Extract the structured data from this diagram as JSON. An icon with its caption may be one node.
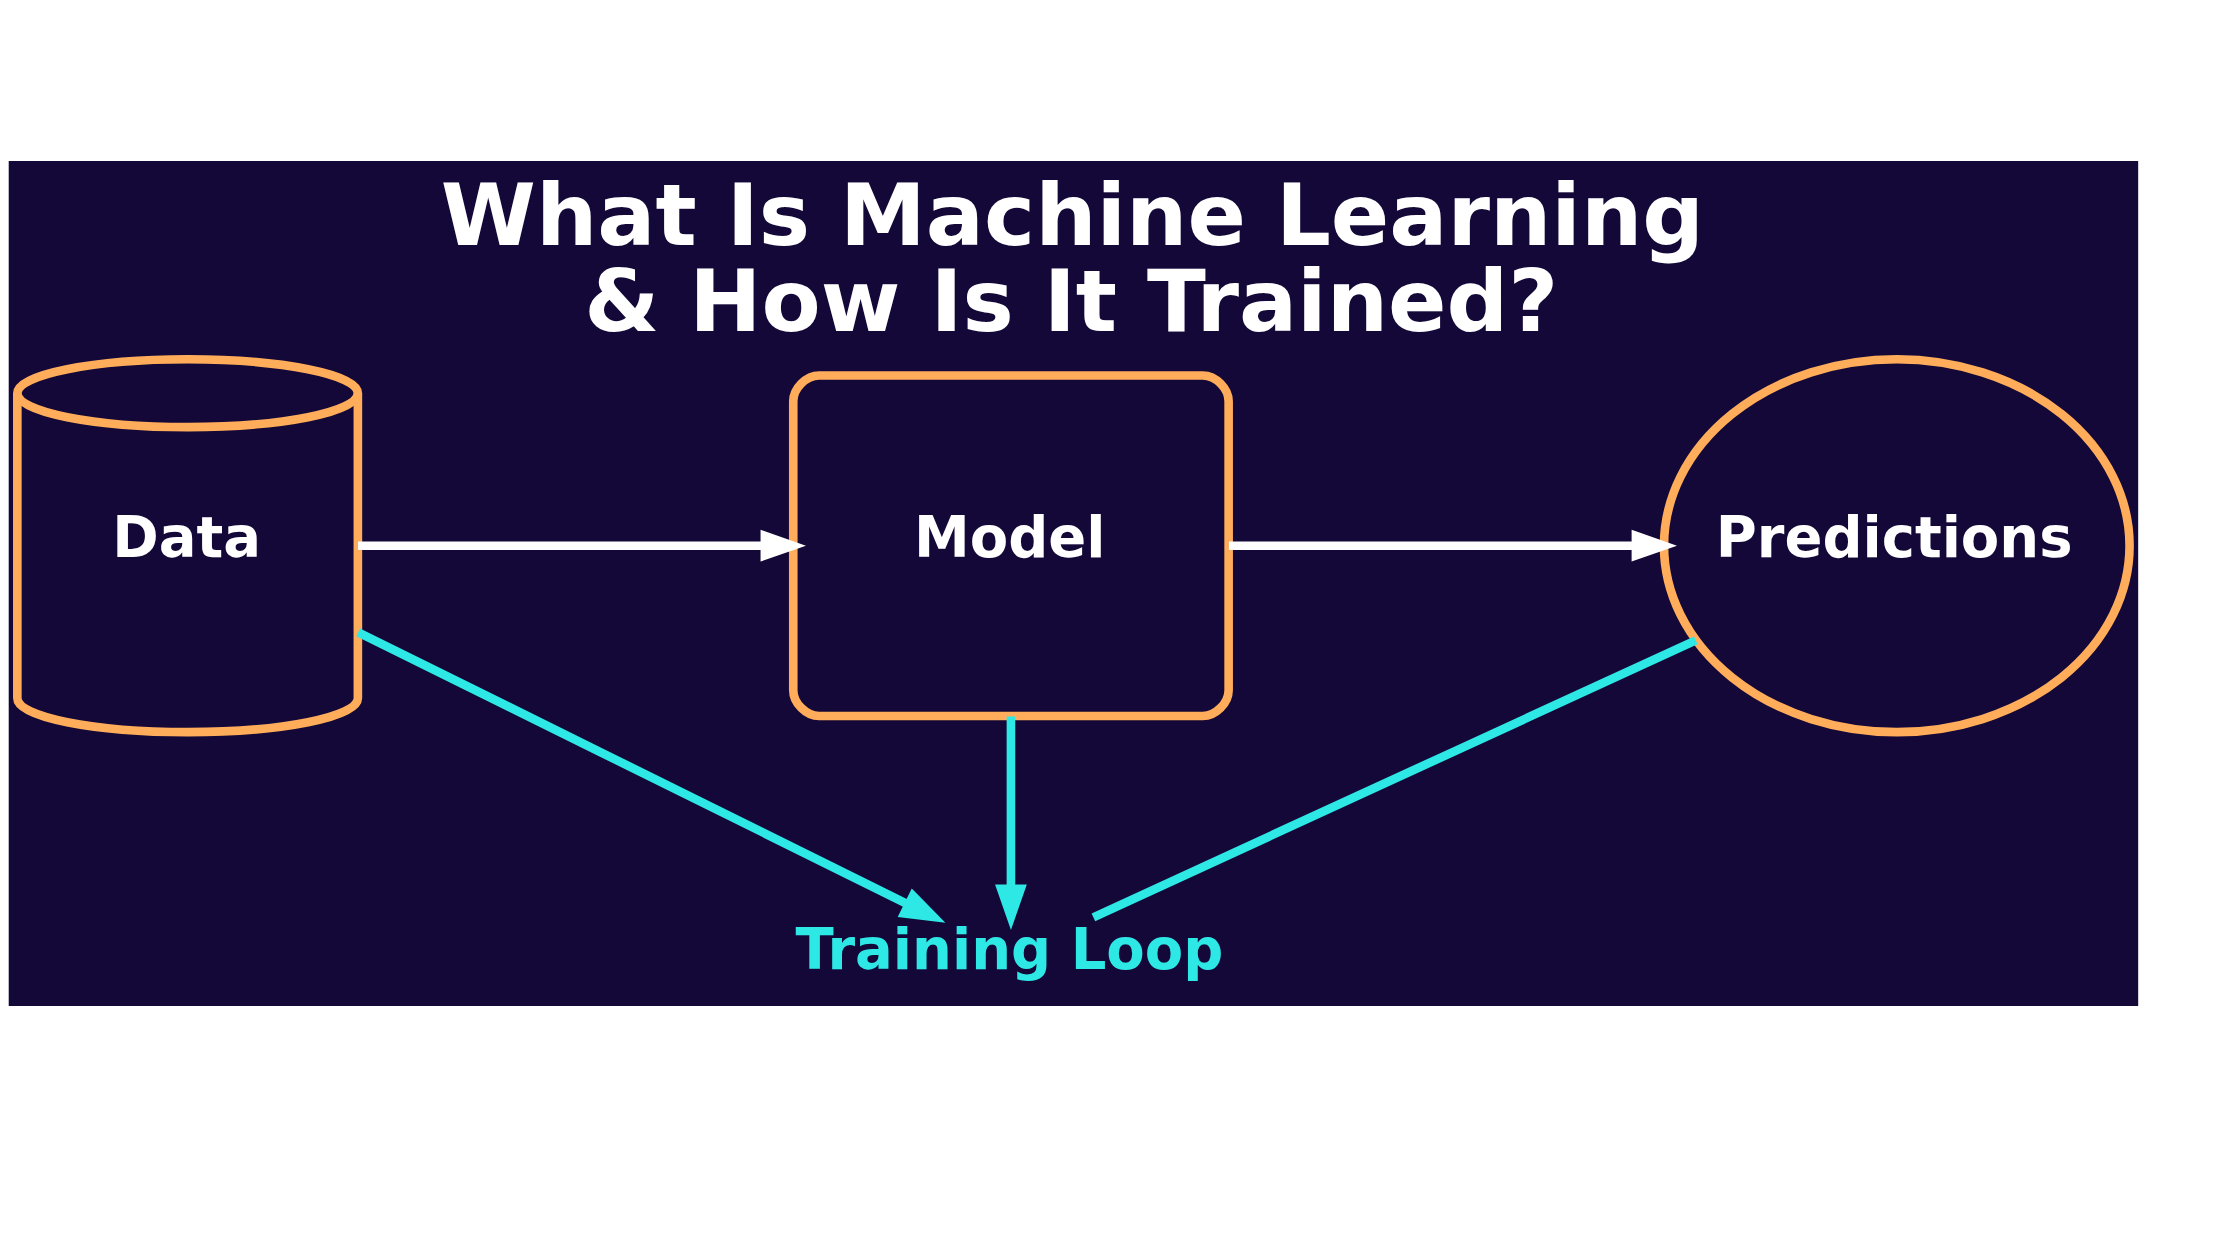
{
  "diagram": {
    "title": "What Is Machine Learning & How Is It Trained?",
    "nodes": [
      {
        "text": [
          "Data"
        ]
      },
      {
        "text": [
          "Model"
        ]
      },
      {
        "text": [
          "Predictions"
        ]
      },
      {
        "text": [
          "Training Loop"
        ]
      }
    ],
    "edges": [
      {
        "from": 0,
        "to": 1,
        "arrow": "to",
        "color": "#ffffff"
      },
      {
        "from": 1,
        "to": 2,
        "arrow": "to",
        "color": "#ffffff"
      },
      {
        "from": 0,
        "to": 3,
        "arrow": "to"
      },
      {
        "from": 1,
        "to": 3,
        "arrow": "to"
      },
      {
        "from": 2,
        "to": 3,
        "arrow": "none"
      }
    ]
  }
}
